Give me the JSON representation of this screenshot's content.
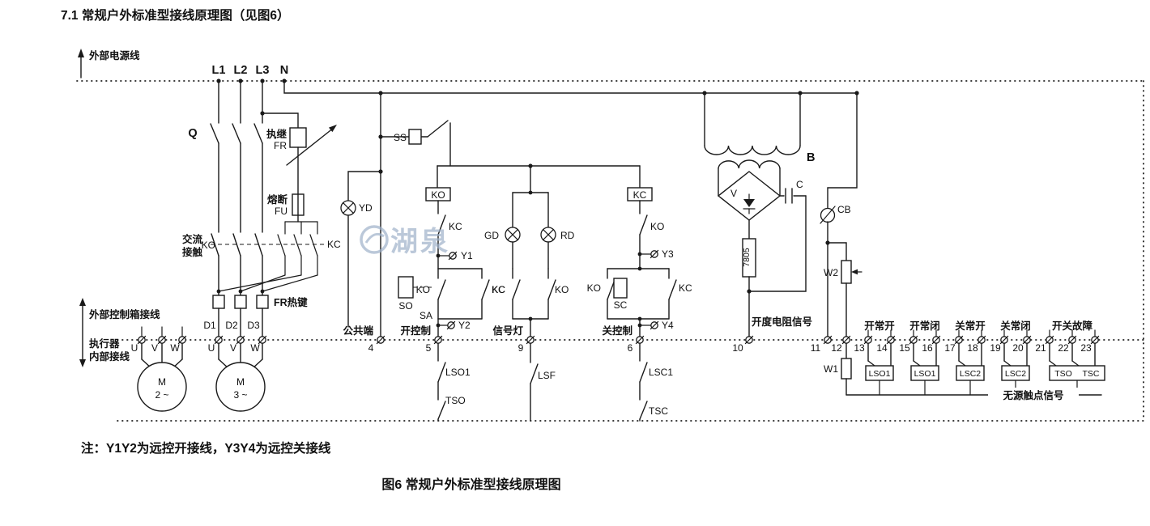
{
  "page": {
    "title": "7.1 常规户外标准型接线原理图（见图6）",
    "note": "注：Y1Y2为远控开接线，Y3Y4为远控关接线",
    "caption": "图6 常规户外标准型接线原理图",
    "watermark": "湖泉"
  },
  "sections": {
    "external_power_line": "外部电源线",
    "external_box_wiring": "外部控制箱接线",
    "actuator_line1": "执行器",
    "actuator_line2": "内部接线"
  },
  "power": {
    "l1": "L1",
    "l2": "L2",
    "l3": "L3",
    "n": "N",
    "breaker": "Q",
    "relay_cn": "执继",
    "relay": "FR",
    "fuse_cn": "熔断",
    "fuse": "FU",
    "contactor_cn1": "交流",
    "contactor_cn2": "接触",
    "ko": "KO",
    "kc": "KC",
    "fr_thermal": "FR热键",
    "d1": "D1",
    "d2": "D2",
    "d3": "D3",
    "u": "U",
    "v": "V",
    "w": "W",
    "motor": "M",
    "m2": "2 ~",
    "m3": "3 ~"
  },
  "control": {
    "yd": "YD",
    "ss": "SS",
    "ko": "KO",
    "kc": "KC",
    "gd": "GD",
    "rd": "RD",
    "y1": "Y1",
    "y2": "Y2",
    "y3": "Y3",
    "y4": "Y4",
    "so": "SO",
    "sa": "SA",
    "sc": "SC",
    "lso1": "LSO1",
    "tso": "TSO",
    "lsf": "LSF",
    "lsc1": "LSC1",
    "tsc": "TSC",
    "common": "公共端",
    "open_ctrl": "开控制",
    "lamp": "信号灯",
    "close_ctrl": "关控制"
  },
  "feedback": {
    "transformer": "B",
    "rectifier": "V",
    "regulator": "7805",
    "cap": "C",
    "cb": "CB",
    "w2": "W2",
    "w1": "W1",
    "opening_signal": "开度电阻信号",
    "open_no": "开常开",
    "open_nc": "开常闭",
    "close_no": "关常开",
    "close_nc": "关常闭",
    "fault": "开关故障",
    "lso1": "LSO1",
    "lsc2": "LSC2",
    "tso": "TSO",
    "tsc": "TSC",
    "passive_signal": "无源触点信号"
  },
  "terminals": {
    "t4": "4",
    "t5": "5",
    "t9": "9",
    "t6": "6",
    "t10": "10",
    "t11": "11",
    "t12": "12",
    "t13": "13",
    "t14": "14",
    "t15": "15",
    "t16": "16",
    "t17": "17",
    "t18": "18",
    "t19": "19",
    "t20": "20",
    "t21": "21",
    "t22": "22",
    "t23": "23"
  }
}
